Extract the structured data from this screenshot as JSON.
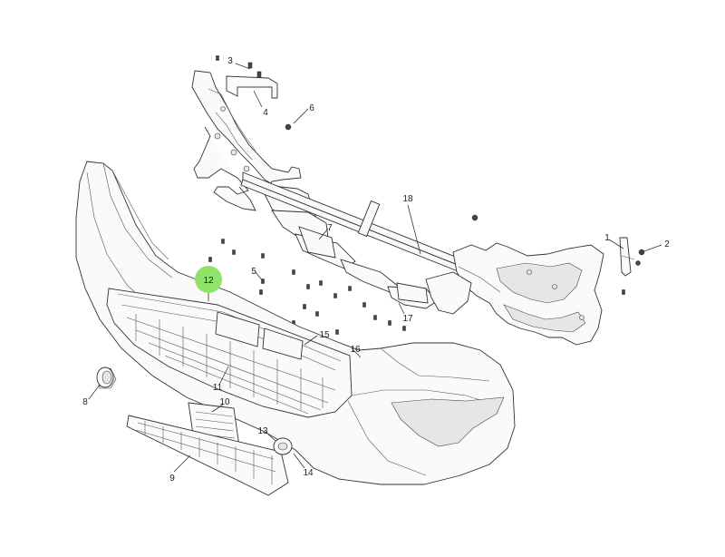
{
  "diagram": {
    "callouts": [
      {
        "id": "c1",
        "label": "1"
      },
      {
        "id": "c2",
        "label": "2"
      },
      {
        "id": "c3",
        "label": "3"
      },
      {
        "id": "c4",
        "label": "4"
      },
      {
        "id": "c5",
        "label": "5"
      },
      {
        "id": "c6",
        "label": "6"
      },
      {
        "id": "c7",
        "label": "7"
      },
      {
        "id": "c8",
        "label": "8"
      },
      {
        "id": "c9",
        "label": "9"
      },
      {
        "id": "c10",
        "label": "10"
      },
      {
        "id": "c11",
        "label": "11"
      },
      {
        "id": "c12",
        "label": "12",
        "highlighted": true
      },
      {
        "id": "c13",
        "label": "13"
      },
      {
        "id": "c14",
        "label": "14"
      },
      {
        "id": "c15",
        "label": "15"
      },
      {
        "id": "c16",
        "label": "16"
      },
      {
        "id": "c17",
        "label": "17"
      },
      {
        "id": "c18",
        "label": "18"
      }
    ],
    "highlight_color": "#8fe36b"
  }
}
